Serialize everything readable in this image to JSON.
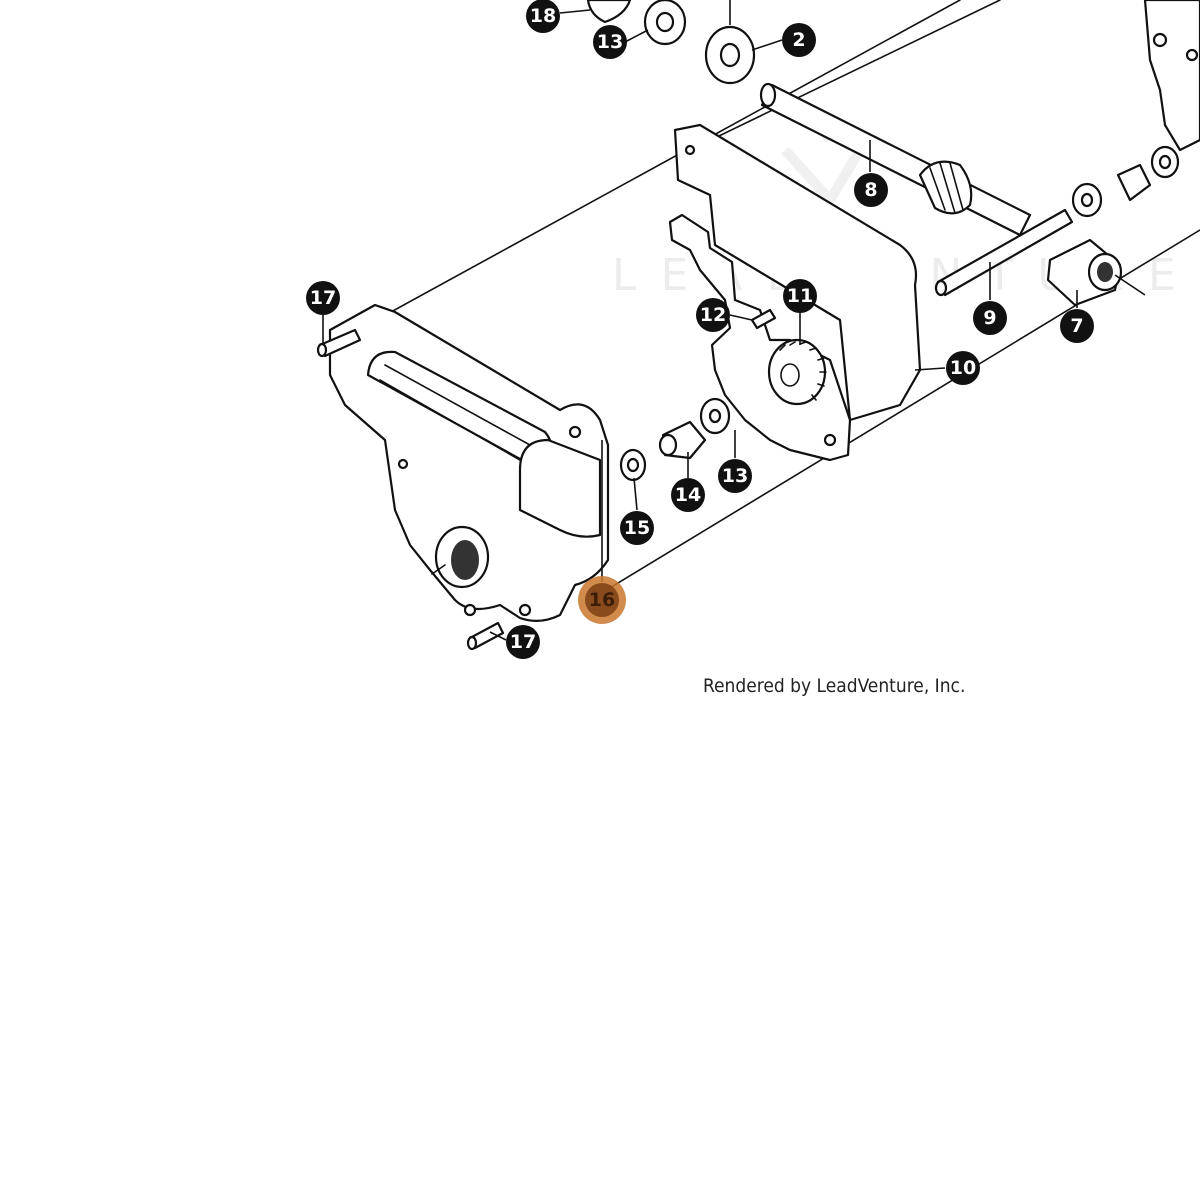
{
  "watermark": {
    "text": "LEADVENTURE"
  },
  "credit": "Rendered by LeadVenture, Inc.",
  "highlight_color": "#c9782e",
  "callouts": [
    {
      "id": "c18",
      "label": "18"
    },
    {
      "id": "c13a",
      "label": "13"
    },
    {
      "id": "c2",
      "label": "2"
    },
    {
      "id": "c8",
      "label": "8"
    },
    {
      "id": "c17a",
      "label": "17"
    },
    {
      "id": "c12",
      "label": "12"
    },
    {
      "id": "c11",
      "label": "11"
    },
    {
      "id": "c10",
      "label": "10"
    },
    {
      "id": "c9",
      "label": "9"
    },
    {
      "id": "c7",
      "label": "7"
    },
    {
      "id": "c14",
      "label": "14"
    },
    {
      "id": "c13b",
      "label": "13"
    },
    {
      "id": "c15",
      "label": "15"
    },
    {
      "id": "c16",
      "label": "16",
      "highlighted": true
    },
    {
      "id": "c17b",
      "label": "17"
    }
  ]
}
